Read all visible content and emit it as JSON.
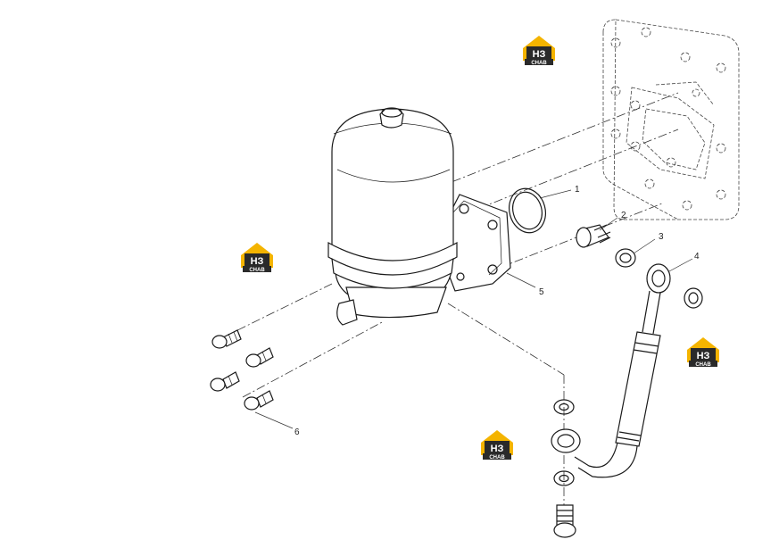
{
  "callouts": [
    {
      "id": "1",
      "label": "1"
    },
    {
      "id": "2",
      "label": "2"
    },
    {
      "id": "3",
      "label": "3"
    },
    {
      "id": "4",
      "label": "4"
    },
    {
      "id": "5",
      "label": "5"
    },
    {
      "id": "6",
      "label": "6"
    }
  ],
  "watermark": {
    "mark": "НЗ",
    "text": "CHAB",
    "colors": {
      "yellow": "#f4b400",
      "dark": "#2a2a2a"
    }
  }
}
